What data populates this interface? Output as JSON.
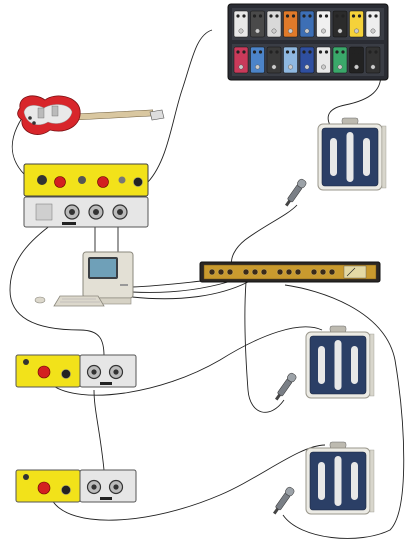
{
  "diagram": {
    "title": "",
    "colors": {
      "background": "#ffffff",
      "cable": "#222222",
      "reamp_yellow": "#f2e21a",
      "di_grey": "#e6e6e6",
      "amp_blue": "#2b3f66",
      "amp_cream": "#ecebe5",
      "guitar_red": "#d8262b",
      "pedalboard": "#2a2c33",
      "rack_gold": "#c99a2e"
    },
    "devices": [
      {
        "id": "pedalboard",
        "kind": "pedalboard",
        "icon": "pedalboard-icon"
      },
      {
        "id": "guitar",
        "kind": "electric-guitar",
        "icon": "guitar-icon"
      },
      {
        "id": "reamp-box-top",
        "kind": "reamp-box",
        "icon": "reamp-box-icon"
      },
      {
        "id": "di-box-top",
        "kind": "di-box",
        "icon": "di-box-icon"
      },
      {
        "id": "computer",
        "kind": "computer",
        "icon": "computer-icon"
      },
      {
        "id": "rack-preamp",
        "kind": "4-channel-rack-preamp",
        "icon": "rack-preamp-icon"
      },
      {
        "id": "amp-1",
        "kind": "guitar-amp",
        "icon": "amp-icon"
      },
      {
        "id": "amp-2",
        "kind": "guitar-amp",
        "icon": "amp-icon"
      },
      {
        "id": "amp-3",
        "kind": "guitar-amp",
        "icon": "amp-icon"
      },
      {
        "id": "mic-1",
        "kind": "microphone",
        "icon": "mic-icon"
      },
      {
        "id": "mic-2",
        "kind": "microphone",
        "icon": "mic-icon"
      },
      {
        "id": "mic-3",
        "kind": "microphone",
        "icon": "mic-icon"
      },
      {
        "id": "reamp-unit-mid",
        "kind": "reamp-di-combo",
        "icon": "reamp-box-icon"
      },
      {
        "id": "reamp-unit-bottom",
        "kind": "reamp-di-combo",
        "icon": "reamp-box-icon"
      }
    ],
    "connections": [
      {
        "from": "guitar",
        "to": "reamp-box-top"
      },
      {
        "from": "reamp-box-top",
        "to": "pedalboard"
      },
      {
        "from": "pedalboard",
        "to": "amp-1"
      },
      {
        "from": "mic-1",
        "to": "rack-preamp"
      },
      {
        "from": "di-box-top",
        "to": "computer"
      },
      {
        "from": "computer",
        "to": "di-box-top"
      },
      {
        "from": "rack-preamp",
        "to": "computer"
      },
      {
        "from": "di-box-top",
        "to": "reamp-unit-mid"
      },
      {
        "from": "reamp-unit-mid",
        "to": "amp-2"
      },
      {
        "from": "mic-2",
        "to": "rack-preamp"
      },
      {
        "from": "reamp-unit-mid",
        "to": "reamp-unit-bottom"
      },
      {
        "from": "reamp-unit-bottom",
        "to": "amp-3"
      },
      {
        "from": "mic-3",
        "to": "rack-preamp"
      }
    ]
  }
}
